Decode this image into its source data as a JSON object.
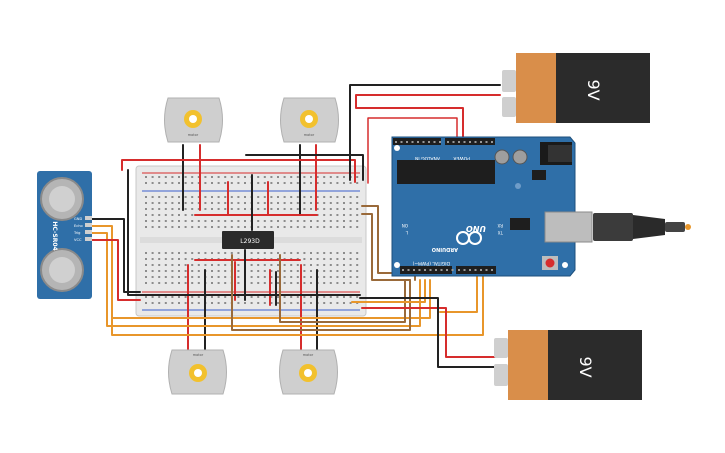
{
  "arduino": {
    "brand": "ARDUINO",
    "model": "UNO",
    "header_analog": "ANALOG IN",
    "header_power": "POWER",
    "header_digital": "DIGITAL (PWM~)",
    "label_tx": "TX",
    "label_rx": "RX",
    "label_l": "L",
    "label_on": "ON"
  },
  "battery_top": {
    "label": "9V"
  },
  "battery_bottom": {
    "label": "9V"
  },
  "driver_chip": {
    "label": "L293D"
  },
  "sensor": {
    "name": "HC-SR04",
    "pins": [
      "GND",
      "Echo",
      "Trig",
      "VCC"
    ]
  },
  "motors": [
    {
      "id": "top-left",
      "label": "motor"
    },
    {
      "id": "top-right",
      "label": "motor"
    },
    {
      "id": "bottom-left",
      "label": "motor"
    },
    {
      "id": "bottom-right",
      "label": "motor"
    }
  ],
  "colors": {
    "board_blue": "#2f6fa8",
    "breadboard": "#e9e9e9",
    "wire_red": "#d62d2d",
    "wire_black": "#222222",
    "wire_orange": "#e8962b",
    "wire_brown": "#9a6a3a",
    "battery_body": "#2b2b2b",
    "battery_label": "#d98e4a",
    "motor_body": "#cfcfcf",
    "motor_hub": "#f2c12e"
  }
}
